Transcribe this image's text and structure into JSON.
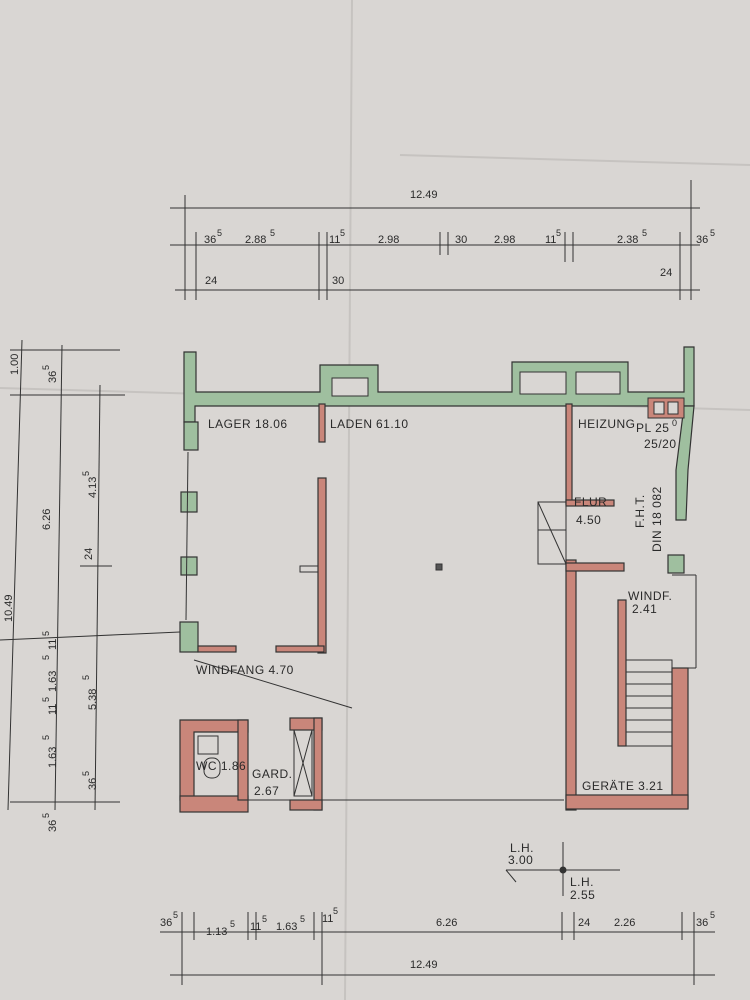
{
  "colors": {
    "paper": "#d9d6d3",
    "wall_green": "#9fbf9f",
    "wall_red": "#c9867a",
    "ink": "#2a2a2a"
  },
  "dims_top": {
    "overall": "12.49",
    "row1": [
      "36",
      "5",
      "2.88",
      "5",
      "11",
      "5",
      "2.98",
      "30",
      "2.98",
      "11",
      "5",
      "2.38",
      "5",
      "36",
      "5"
    ],
    "row2": [
      "24",
      "30",
      "24"
    ]
  },
  "dims_left": {
    "overall": "10.49",
    "a": "1.00",
    "b": "36",
    "b_sup": "5",
    "c": "6.26",
    "d": "4.13",
    "d_sup": "5",
    "e": "24",
    "f": "1.63",
    "f_sup": "5",
    "g": "5.38",
    "g_sup": "5",
    "h": "11",
    "h_sup": "5",
    "i": "11",
    "i_sup": "5",
    "j": "1.63",
    "j_sup": "5",
    "k": "36",
    "k_sup": "5",
    "l": "36",
    "l_sup": "5"
  },
  "rooms": {
    "lager": "LAGER 18.06",
    "laden": "LADEN",
    "laden_area": "61.10",
    "heizung": "HEIZUNG",
    "pl": "PL 25",
    "pl_sup": "0",
    "pl_size": "25/20",
    "flur": "FLUR",
    "flur_area": "4.50",
    "fht": "F.H.T.",
    "din": "DIN 18 082",
    "windf": "WINDF.",
    "windf_area": "2.41",
    "windfang": "WINDFANG 4.70",
    "wc": "WC 1.86",
    "gard": "GARD.",
    "gard_area": "2.67",
    "geraete": "GERÄTE 3.21",
    "lh1": "L.H.",
    "lh1_val": "3.00",
    "lh2": "L.H.",
    "lh2_val": "2.55"
  },
  "dims_bottom": {
    "overall": "12.49",
    "row": [
      "36",
      "5",
      "1.13",
      "5",
      "11",
      "5",
      "1.63",
      "5",
      "11",
      "5",
      "6.26",
      "24",
      "2.26",
      "36",
      "5"
    ]
  }
}
